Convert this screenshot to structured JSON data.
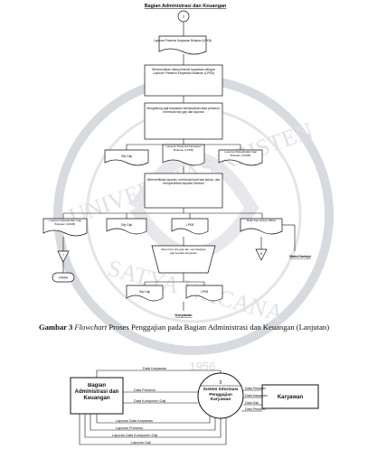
{
  "flowchart": {
    "title": "Bagian Administrasi dan Keuangan",
    "connector_top": "2",
    "doc_laporan_presensi": "Laporan Presensi Karyawan Bulanan (LPKB)",
    "proc_mencocokkan": "Mencocokkan data presensi karyawan dengan Laporan Presensi Karyawan Bulanan (LPKB)",
    "proc_menghitung": "Menghitung gaji karyawan berdasarkan data presensi, membuat slip gaji dan laporan",
    "doc_slip_gaji": "Slip Gaji",
    "doc_laporan_presensi_2": "Laporan Presensi Karyawan Bulanan (LPKB)",
    "doc_laporan_rekap": "Laporan Rekapitulasi Gaji Bulanan (LRGB)",
    "proc_memverifikasi": "Memverifikasi laporan, membuat bukti kas keluar, dan menyerahkan kepada Direktur",
    "doc_laporan_rekap_2": "Laporan Rekapitulasi Gaji Bulanan (LRGB)",
    "doc_slip_gaji_2": "Slip Gaji",
    "doc_lpkb": "LPKB",
    "doc_bukti_kas": "Bukti Kas Keluar (BKK)",
    "label_waktu_disetujui": "Waktu Disetujui",
    "connector_7": "7",
    "connector_n": "N",
    "terminal_finish": "FINISH",
    "manual_menerima": "Menerima slip gaji dan membagikan gaji kepada karyawan",
    "doc_slip_gaji_3": "Slip Gaji",
    "doc_lpkb_2": "LPKB",
    "label_karyawan": "Karyawan"
  },
  "caption": {
    "label": "Gambar 3",
    "italic": "Flowchart",
    "rest": "Proses Penggajian pada Bagian Administrasi dan Keuangan (Lanjutan)"
  },
  "context_diagram": {
    "entity_left": "Bagian Administrasi dan Keuangan",
    "process_number": "0",
    "process_name": "Sistem Informasi Penggajian Karyawan",
    "entity_right": "Karyawan",
    "flow_top": "Data Karyawan",
    "flow_left_1": "Data Presensi",
    "flow_left_2": "Data Komponen Gaji",
    "flow_right_1": "Data Presensi",
    "flow_right_2": "Data Karyawan",
    "flow_right_3": "Data Gaji",
    "flow_right_4": "Data Presensi",
    "flow_bottom_1": "Laporan Data Karyawan",
    "flow_bottom_2": "Laporan Presensi",
    "flow_bottom_3": "Laporan Data Komponen Gaji",
    "flow_bottom_4": "Laporan Gaji"
  },
  "watermark": {
    "text_top": "UNIVERSITAS KRISTEN",
    "text_bottom": "SATYA WACANA",
    "year": "1956"
  }
}
